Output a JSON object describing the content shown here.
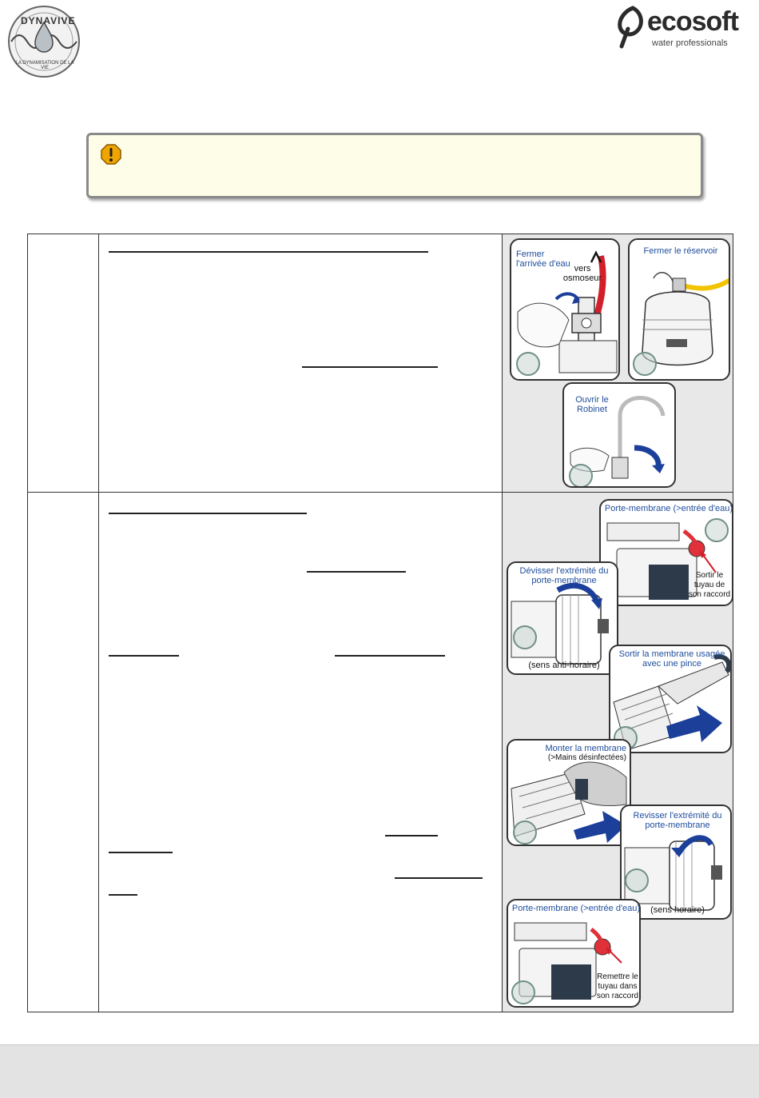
{
  "logos": {
    "left": {
      "icon": "dynavive-logo-icon",
      "text": "DYNAVIVE",
      "tagline": "LA DYNAMISATION DE LA VIE"
    },
    "right": {
      "icon": "ecosoft-logo-icon",
      "text": "ecosoft",
      "tagline": "water professionals"
    }
  },
  "warning": {
    "icon": "warning-icon",
    "color": "#f0a400"
  },
  "steps": [
    {
      "panels": [
        {
          "label": "Fermer l'arrivée d'eau",
          "extra": "vers osmoseur"
        },
        {
          "label": "Fermer le réservoir"
        },
        {
          "label": "Ouvrir le Robinet"
        }
      ]
    },
    {
      "panels": [
        {
          "label": "Porte-membrane (>entrée d'eau)",
          "note": "Sortir le tuyau de son raccord"
        },
        {
          "label": "Dévisser l'extrémité du porte-membrane",
          "note": "(sens anti-horaire)"
        },
        {
          "label": "Sortir la membrane usagée avec une pince"
        },
        {
          "label": "Monter la membrane",
          "note": "(>Mains désinfectées)"
        },
        {
          "label": "Revisser l'extrémité du porte-membrane",
          "note": "(sens horaire)"
        },
        {
          "label": "Porte-membrane (>entrée d'eau)",
          "note": "Remettre le tuyau dans son raccord"
        }
      ]
    }
  ],
  "colors": {
    "label_blue": "#1f4e9e",
    "arrow_blue": "#1c3f9a",
    "tube_red": "#d21f2a",
    "tube_yellow": "#f2c300",
    "fitting_red": "#e0303a"
  }
}
